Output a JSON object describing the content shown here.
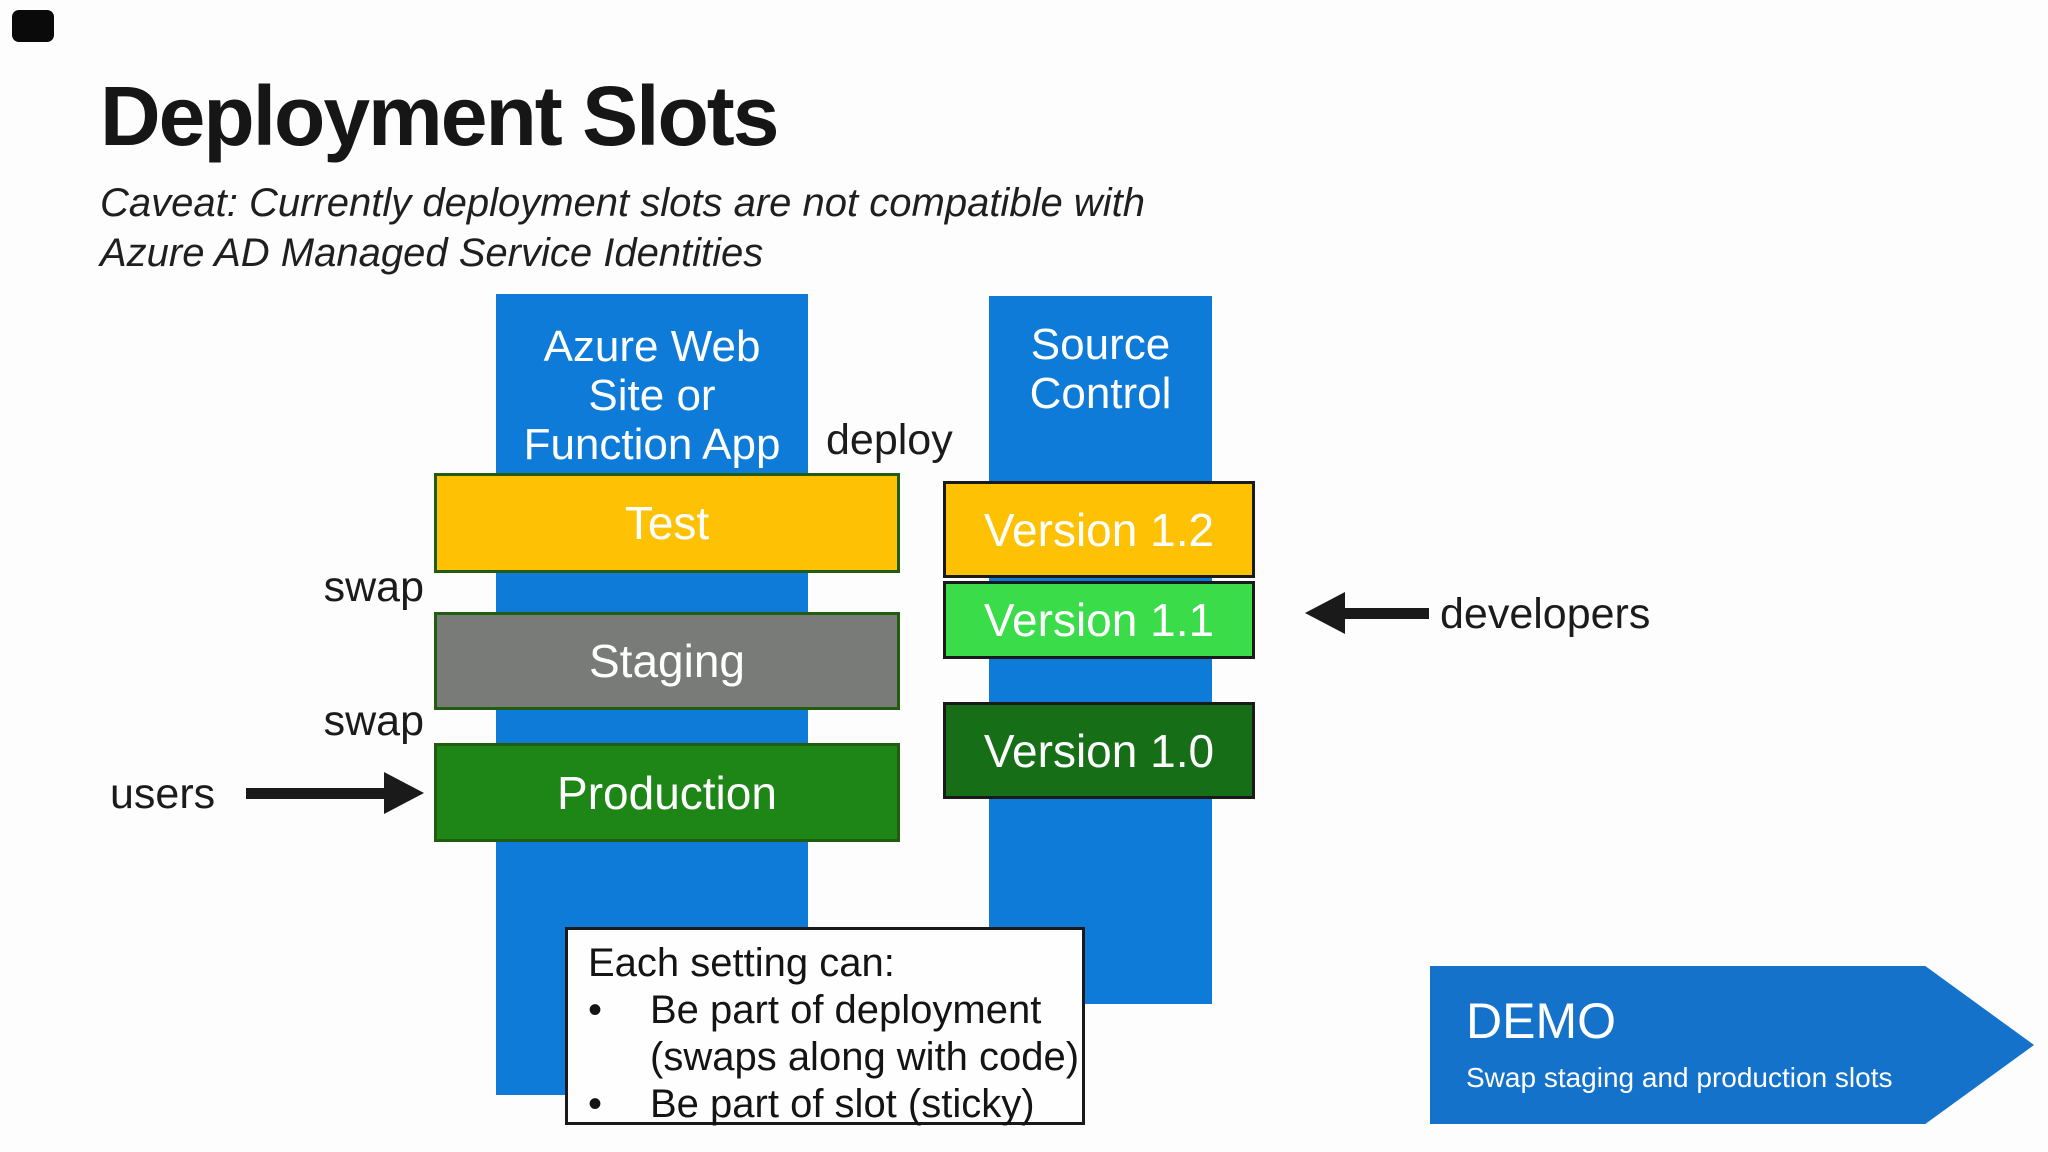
{
  "slide": {
    "title": "Deployment Slots",
    "caveat_line1": "Caveat: Currently deployment slots are not compatible with",
    "caveat_line2": "Azure AD Managed Service Identities",
    "pillars": {
      "app": {
        "label": "Azure Web\nSite or\nFunction App",
        "fill": "#0e7bd8",
        "slots": [
          {
            "label": "Test",
            "fill": "#ffc103"
          },
          {
            "label": "Staging",
            "fill": "#787b78"
          },
          {
            "label": "Production",
            "fill": "#1e8617"
          }
        ]
      },
      "source_control": {
        "label": "Source\nControl",
        "fill": "#0e7bd8",
        "versions": [
          {
            "label": "Version 1.2",
            "fill": "#ffc103"
          },
          {
            "label": "Version 1.1",
            "fill": "#3bdc4a"
          },
          {
            "label": "Version 1.0",
            "fill": "#166f16"
          }
        ]
      }
    },
    "annotations": {
      "deploy": "deploy",
      "swap_top": "swap",
      "swap_bottom": "swap",
      "users": "users",
      "developers": "developers"
    },
    "notes_box": {
      "heading": "Each setting can:",
      "bullet_glyph": "•",
      "bullets": [
        "Be part of deployment\n(swaps along with code)",
        "Be part of slot (sticky)"
      ]
    },
    "demo": {
      "title": "DEMO",
      "subtitle": "Swap staging and production slots",
      "fill": "#1472cb"
    },
    "colors": {
      "background": "#fdfdfd",
      "pillar_blue": "#0e7bd8",
      "slot_yellow": "#ffc103",
      "slot_gray": "#787b78",
      "slot_green": "#1e8617",
      "version_bright_green": "#3bdc4a",
      "version_dark_green": "#166f16",
      "slot_border_green": "#215c10",
      "box_border_black": "#1a1a1a",
      "demo_blue": "#1472cb",
      "text_black": "#1b1b1b"
    }
  }
}
